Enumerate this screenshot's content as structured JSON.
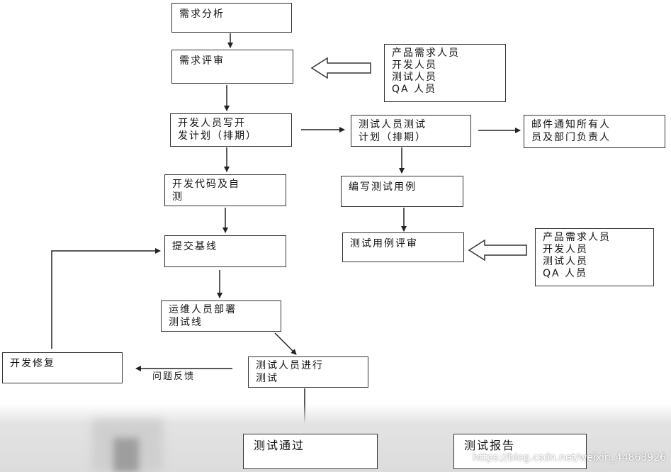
{
  "nodes": {
    "req_analysis": "需求分析",
    "req_review": "需求评审",
    "reviewers_top": "产品需求人员\n开发人员\n测试人员\nQA 人员",
    "dev_plan": "开发人员写开\n发计划（排期）",
    "test_plan": "测试人员测试\n计划（排期）",
    "email_notify": "邮件通知所有人\n员及部门负责人",
    "dev_code": "开发代码及自\n测",
    "write_cases": "编写测试用例",
    "submit_baseline": "提交基线",
    "case_review": "测试用例评审",
    "reviewers_bottom": "产品需求人员\n开发人员\n测试人员\nQA 人员",
    "ops_deploy": "运维人员部署\n测试线",
    "dev_fix": "开发修复",
    "testing": "测试人员进行\n测试",
    "test_pass": "测试通过",
    "test_report": "测试报告"
  },
  "labels": {
    "issue_feedback": "问题反馈"
  },
  "watermark": "https://blog.csdn.net/weixin_44863926"
}
